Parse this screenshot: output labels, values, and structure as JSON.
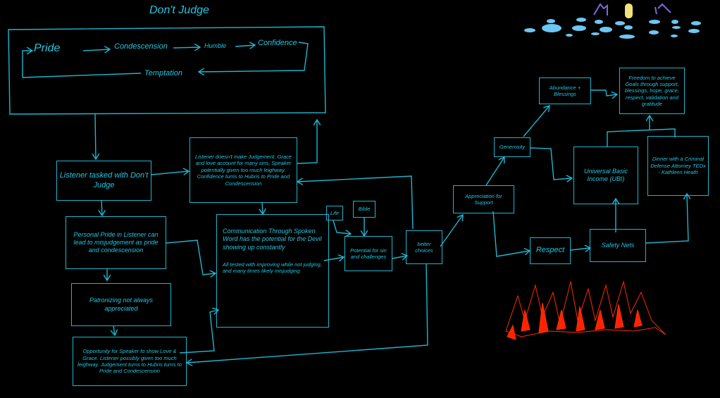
{
  "title": "Don't Judge",
  "cycle": {
    "pride": "Pride",
    "condescension": "Condescension",
    "humble": "Humble",
    "confidence": "Confidence",
    "temptation": "Temptation"
  },
  "boxes": {
    "listener_tasked": "Listener tasked with Don't Judge",
    "listener_no_judgement": "Listener doesn't make Judgement. Grace and love account for many sins, Speaker potentially given too much leighway. Confidence turns to Hubris to Pride and Condescension",
    "personal_pride": "Personal Pride in Listener can lead to misjudgement as pride and condescension",
    "patronizing": "Patronizing not always appreciated",
    "opportunity": "Opportunity for Speaker to show Love & Grace. Listener possibly given too much leighway. Judgement turns to Hubris turns to Pride and Condescension",
    "communication_1": "Communication Through Spoken Word has the potential for the Devil showing up constantly",
    "communication_2": "All tested with improving while not judging, and many times likely misjudging",
    "life": "Life",
    "bible": "Bible",
    "potential": "Potential for sin and challenges",
    "better_choices": "better choices",
    "appreciation": "Appreciation for Support",
    "generosity": "Generosity",
    "abundance": "Abundance + Blessings",
    "freedom": "Freedom to achieve Goals through support, blessings, hope, grace, respect, validation and gratitude",
    "ubi": "Universal Basic Income (UBI)",
    "dinner": "Dinner with a Criminal Defense Attorney TEDx - Kathleen Heath",
    "respect": "Respect",
    "safety_nets": "Safety Nets"
  },
  "colors": {
    "line": "#1fb6cf",
    "text": "#22c6e0",
    "fire": "#ff2200",
    "blobs": "#6fc6f2",
    "figures": "#7a6ae0",
    "candle": "#f2e27a"
  }
}
